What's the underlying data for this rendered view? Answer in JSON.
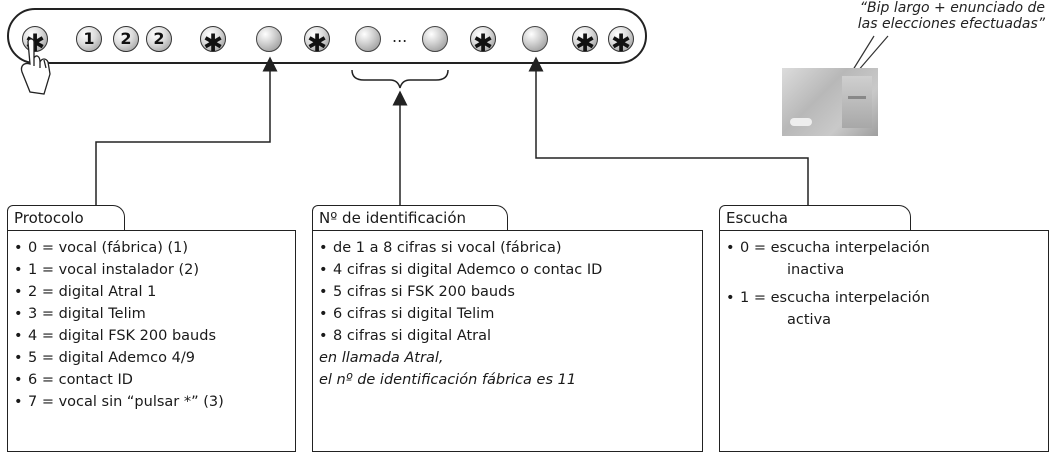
{
  "sequence": {
    "keys": [
      {
        "type": "star",
        "label": "✱"
      },
      {
        "type": "num",
        "label": "1"
      },
      {
        "type": "num",
        "label": "2"
      },
      {
        "type": "num",
        "label": "2"
      },
      {
        "type": "star",
        "label": "✱"
      },
      {
        "type": "blank",
        "label": ""
      },
      {
        "type": "star",
        "label": "✱"
      },
      {
        "type": "blank",
        "label": ""
      },
      {
        "type": "blank",
        "label": ""
      },
      {
        "type": "star",
        "label": "✱"
      },
      {
        "type": "blank",
        "label": ""
      },
      {
        "type": "star",
        "label": "✱"
      },
      {
        "type": "star",
        "label": "✱"
      }
    ],
    "ellipsis": "..."
  },
  "caption": {
    "line1": "“Bip largo + enunciado de",
    "line2": "las elecciones efectuadas”"
  },
  "protocolo": {
    "title": "Protocolo",
    "items": [
      "0 = vocal (fábrica) (1)",
      "1 = vocal instalador (2)",
      "2 = digital Atral 1",
      "3 = digital Telim",
      "4 = digital FSK 200 bauds",
      "5 = digital Ademco 4/9",
      "6 = contact ID",
      "7 = vocal sin “pulsar *” (3)"
    ]
  },
  "identificacion": {
    "title": "Nº de identificación",
    "items": [
      "de 1 a 8 cifras si vocal (fábrica)",
      "4 cifras si digital Ademco o contac ID",
      "5 cifras si FSK 200 bauds",
      "6 cifras si digital Telim",
      "8 cifras si digital Atral"
    ],
    "note_line1": "en llamada Atral,",
    "note_line2": "el nº de identificación fábrica es 11"
  },
  "escucha": {
    "title": "Escucha",
    "items": [
      {
        "main": "0 = escucha interpelación",
        "cont": "inactiva"
      },
      {
        "main": "1 = escucha interpelación",
        "cont": "activa"
      }
    ]
  }
}
